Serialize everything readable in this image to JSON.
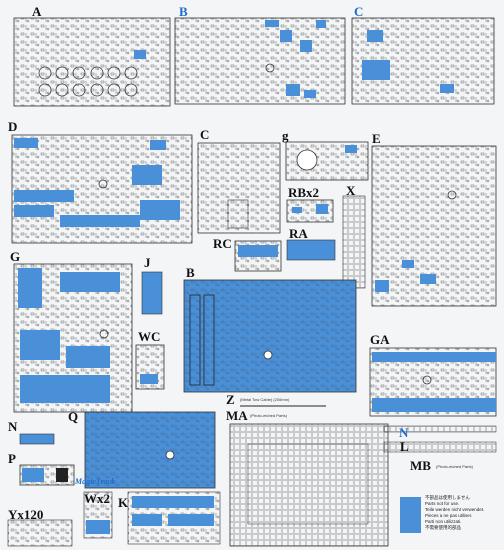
{
  "sprue_labels": {
    "A": "A",
    "B_top": "B",
    "C_top": "C",
    "D": "D",
    "C_mid": "C",
    "g": "g",
    "E": "E",
    "RBx2": "RBx2",
    "X": "X",
    "RA": "RA",
    "RC": "RC",
    "G": "G",
    "J": "J",
    "B_mid": "B",
    "WC": "WC",
    "GA": "GA",
    "Z": "Z",
    "MA": "MA",
    "N_left": "N",
    "N_right": "N",
    "P": "P",
    "Q": "Q",
    "L": "L",
    "MB": "MB",
    "Yx120": "Yx120",
    "Wx2": "Wx2",
    "K": "K"
  },
  "notes": {
    "metal_tow_cable": "(Metal Tow Cable) (200mm)",
    "ma_photo_etched": "(Photo-etched Parts)",
    "mb_photo_etched": "(Photo-etched Parts)"
  },
  "logo_text": "MagicTrack",
  "legend": {
    "lines": [
      "不部品は使用しません",
      "Parts not for use.",
      "Teile werden nicht verwendet.",
      "Pieces a ne pas utiliser.",
      "Parti non utilizzati.",
      "不需要使用的部品"
    ]
  },
  "colors": {
    "sprue_blue": "#4a90d9",
    "sprue_line": "#333333",
    "paper": "#f4f5f7",
    "label_blue": "#1d6fc9"
  }
}
